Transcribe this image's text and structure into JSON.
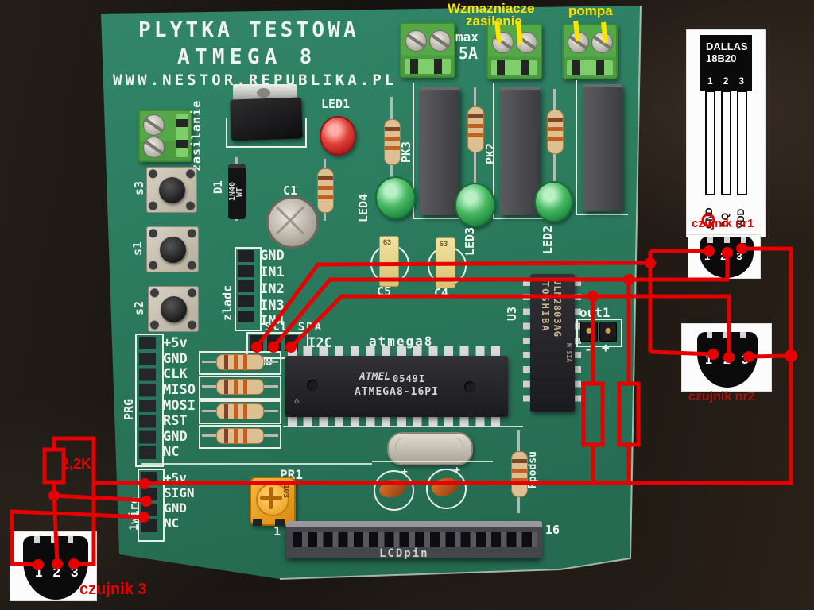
{
  "annotations": {
    "amp_label_line1": "Wzmazniacze",
    "amp_label_line2": "zasilanie",
    "pump_label": "pompa",
    "sensor1_label": "czujnik nr1",
    "sensor2_label": "czujnik nr2",
    "sensor3_label": "czujnik 3",
    "pullup_value": "2,2K",
    "wire_color": "#e60000",
    "pointer_color": "#ffe400"
  },
  "dallas_diagram": {
    "brand": "DALLAS",
    "model": "18B20",
    "pin_numbers": [
      "1",
      "2",
      "3"
    ],
    "pin_gnd": "GND",
    "pin_dq": "DQ",
    "pin_vdd": "VDD"
  },
  "sensor_pins": [
    "1",
    "2",
    "3"
  ],
  "board": {
    "title_line1": "PLYTKA TESTOWA",
    "title_line2": "ATMEGA 8",
    "title_line3": "WWW.NESTOR.REPUBLIKA.PL",
    "max_line1": "max",
    "max_line2": "5A",
    "power_terminal": "zasilanie",
    "button_s1": "s1",
    "button_s2": "s2",
    "button_s3": "s3",
    "led1": "LED1",
    "led2": "LED2",
    "led3": "LED3",
    "led4": "LED4",
    "relay_pk2": "PK2",
    "relay_pk3": "PK3",
    "diode": "D1",
    "diode_marking1": "1N40",
    "diode_marking2": "WT",
    "cap_c1": "C1",
    "cap_c4": "C4",
    "cap_c5": "C5",
    "cap_voltage": "63",
    "cap_polarity": "+",
    "adc_name": "zladc",
    "adc_pins": [
      "GND",
      "IN1",
      "IN2",
      "IN3",
      "IN4"
    ],
    "i2c_top": "SCL SDA",
    "i2c_name": "I2C",
    "i2c_gnd": "GND",
    "prg_name": "PRG",
    "prg_pins": [
      "+5v",
      "GND",
      "CLK",
      "MISO",
      "MOSI",
      "RST",
      "GND",
      "NC"
    ],
    "onewire_name": "1wire",
    "onewire_pins": [
      "+5v",
      "SIGN",
      "GND",
      "NC"
    ],
    "mcu_silk": "atmega8",
    "mcu_brand": "ATMEL",
    "mcu_date": "0549I",
    "mcu_part": "ATMEGA8-16PI",
    "mcu_pin1_marker": "△",
    "u3_silk": "U3",
    "u3_brand": "TOSHIBA",
    "u3_part": "ULN2803AG",
    "u3_lot": "M'SIA",
    "out_name": "out1",
    "out_minus": "-",
    "out_plus": "+",
    "trimmer_silk": "PR1",
    "trimmer_marking": "103",
    "backlight_resistor": "Rpodsu",
    "lcd_silk": "LCDpin",
    "lcd_pin_first": "1",
    "lcd_pin_last": "16"
  }
}
